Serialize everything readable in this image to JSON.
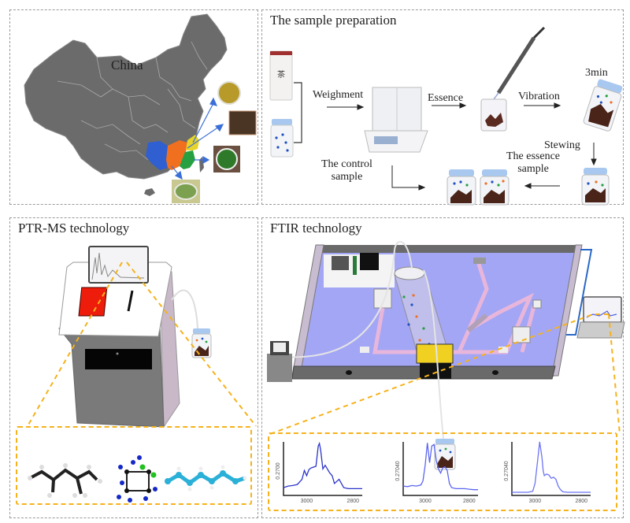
{
  "map_panel": {
    "country_label": "China",
    "highlight_colors": [
      "#2f5fd0",
      "#f07020",
      "#26a040",
      "#e6d42a"
    ],
    "tea_samples": [
      "yellow-tea",
      "dark-tea",
      "green-oolong-tea",
      "white-green-tea"
    ]
  },
  "sample_prep": {
    "title": "The sample preparation",
    "steps": {
      "weighment": "Weighment",
      "essence": "Essence",
      "vibration": "Vibration",
      "duration": "3min",
      "stewing": "Stewing",
      "essence_sample_line1": "The essence",
      "essence_sample_line2": "sample",
      "control_sample_line1": "The control",
      "control_sample_line2": "sample"
    }
  },
  "ptr_ms": {
    "title": "PTR-MS technology",
    "molecules": [
      "branched-alkane-black",
      "chlorinated-compound-blue",
      "linear-alkane-cyan"
    ]
  },
  "ftir": {
    "title": "FTIR technology",
    "base_color": "#a3a6f5"
  },
  "chart_data": [
    {
      "type": "line",
      "title": "",
      "xlabel": "",
      "ylabel": "0.2700",
      "x_ticks": [
        "3000",
        "2800"
      ],
      "x_reversed": true,
      "series": [
        {
          "name": "spectrum-1",
          "color": "#2b35c8",
          "x": [
            3100,
            3080,
            3060,
            3040,
            3020,
            3010,
            3000,
            2990,
            2980,
            2960,
            2950,
            2945,
            2940,
            2930,
            2920,
            2900,
            2890,
            2880,
            2860,
            2840,
            2820,
            2800,
            2780,
            2760
          ],
          "y": [
            0.12,
            0.15,
            0.16,
            0.18,
            0.28,
            0.45,
            0.35,
            0.47,
            0.5,
            0.53,
            0.92,
            0.97,
            0.85,
            0.48,
            0.55,
            0.4,
            0.35,
            0.2,
            0.28,
            0.12,
            0.1,
            0.1,
            0.1,
            0.1
          ]
        }
      ]
    },
    {
      "type": "line",
      "title": "",
      "xlabel": "",
      "ylabel": "0.27040",
      "x_ticks": [
        "3000",
        "2800"
      ],
      "x_reversed": true,
      "series": [
        {
          "name": "spectrum-2",
          "color": "#5b66f0",
          "x": [
            3100,
            3080,
            3060,
            3040,
            3020,
            3010,
            3000,
            2990,
            2980,
            2970,
            2960,
            2950,
            2940,
            2930,
            2920,
            2910,
            2900,
            2890,
            2880,
            2860,
            2840,
            2820,
            2800,
            2780,
            2760
          ],
          "y": [
            0.15,
            0.14,
            0.16,
            0.15,
            0.17,
            0.25,
            0.55,
            0.98,
            0.6,
            0.92,
            0.95,
            0.65,
            0.48,
            0.4,
            0.5,
            0.52,
            0.45,
            0.2,
            0.12,
            0.1,
            0.1,
            0.1,
            0.09,
            0.08,
            0.08
          ]
        }
      ]
    },
    {
      "type": "line",
      "title": "",
      "xlabel": "",
      "ylabel": "0.27040",
      "x_ticks": [
        "3000",
        "2800"
      ],
      "x_reversed": true,
      "series": [
        {
          "name": "spectrum-3",
          "color": "#6c74f5",
          "x": [
            3100,
            3060,
            3030,
            3010,
            3000,
            2990,
            2980,
            2970,
            2965,
            2960,
            2950,
            2940,
            2930,
            2920,
            2910,
            2900,
            2890,
            2880,
            2860,
            2820,
            2800,
            2760
          ],
          "y": [
            0.03,
            0.03,
            0.03,
            0.05,
            0.2,
            0.6,
            1.0,
            0.7,
            0.45,
            0.35,
            0.38,
            0.36,
            0.3,
            0.32,
            0.28,
            0.15,
            0.08,
            0.04,
            0.03,
            0.03,
            0.03,
            0.03
          ]
        }
      ]
    }
  ]
}
